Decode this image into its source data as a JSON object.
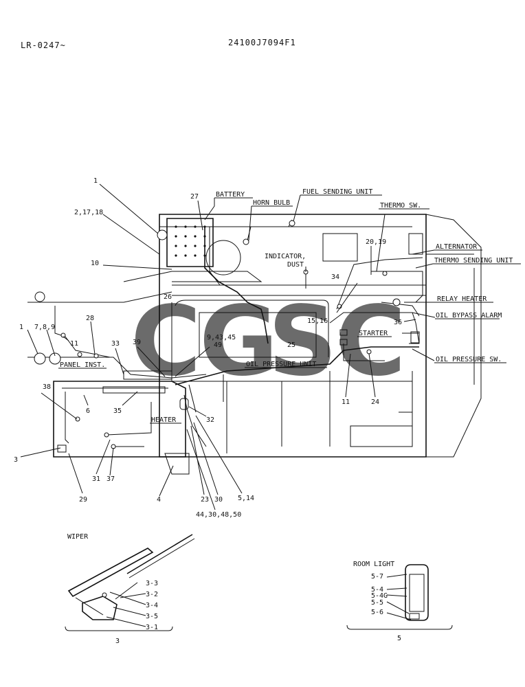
{
  "header": {
    "left_code": "LR-0247~",
    "right_code": "24100J7094F1"
  },
  "watermark": {
    "letters": [
      "C",
      "G",
      "S",
      "C"
    ],
    "colors": [
      "#4285F4",
      "#EA4335",
      "#FBBC05",
      "#34A853"
    ]
  },
  "main_labels": {
    "battery": "BATTERY",
    "fuel_sending_unit": "FUEL SENDING UNIT",
    "horn_bulb": "HORN BULB",
    "thermo_sw": "THERMO SW.",
    "alternator": "ALTERNATOR",
    "thermo_sending_unit": "THERMO SENDING UNIT",
    "indicator_line1": "INDICATOR,",
    "indicator_line2": "DUST",
    "relay_heater": "RELAY HEATER",
    "oil_bypass_alarm": "OIL BYPASS ALARM",
    "starter": "STARTER",
    "oil_pressure_sw": "OIL PRESSURE SW.",
    "oil_pressure_unit": "OIL PRESSURE UNIT",
    "panel_inst": "PANEL INST.",
    "heater": "HEATER"
  },
  "callouts": {
    "n1_top": "1",
    "n2_17_18": "2,17,18",
    "n27": "27",
    "n20_19": "20,19",
    "n10": "10",
    "n34": "34",
    "n26": "26",
    "n15_16": "15,16",
    "n36": "36",
    "n1_left": "1",
    "n7_8_9": "7,8,9",
    "n28": "28",
    "n11_left": "11",
    "n33": "33",
    "n39": "39",
    "n9_43_45": "9,43,45",
    "n49": "49",
    "n25": "25",
    "n38": "38",
    "n6": "6",
    "n35": "35",
    "n32": "32",
    "n11_right": "11",
    "n24": "24",
    "n3_left": "3",
    "n31": "31",
    "n37": "37",
    "n29": "29",
    "n4": "4",
    "n23": "23",
    "n30": "30",
    "n5_14": "5,14",
    "n44_30_48_50": "44,30,48,50"
  },
  "wiper": {
    "title": "WIPER",
    "parts": [
      "3-3",
      "3-2",
      "3-4",
      "3-5",
      "3-1"
    ],
    "assembly": "3"
  },
  "room_light": {
    "title": "ROOM LIGHT",
    "parts": [
      "5-7",
      "5-4",
      "5-4G",
      "5-5",
      "5-6"
    ],
    "assembly": "5"
  }
}
